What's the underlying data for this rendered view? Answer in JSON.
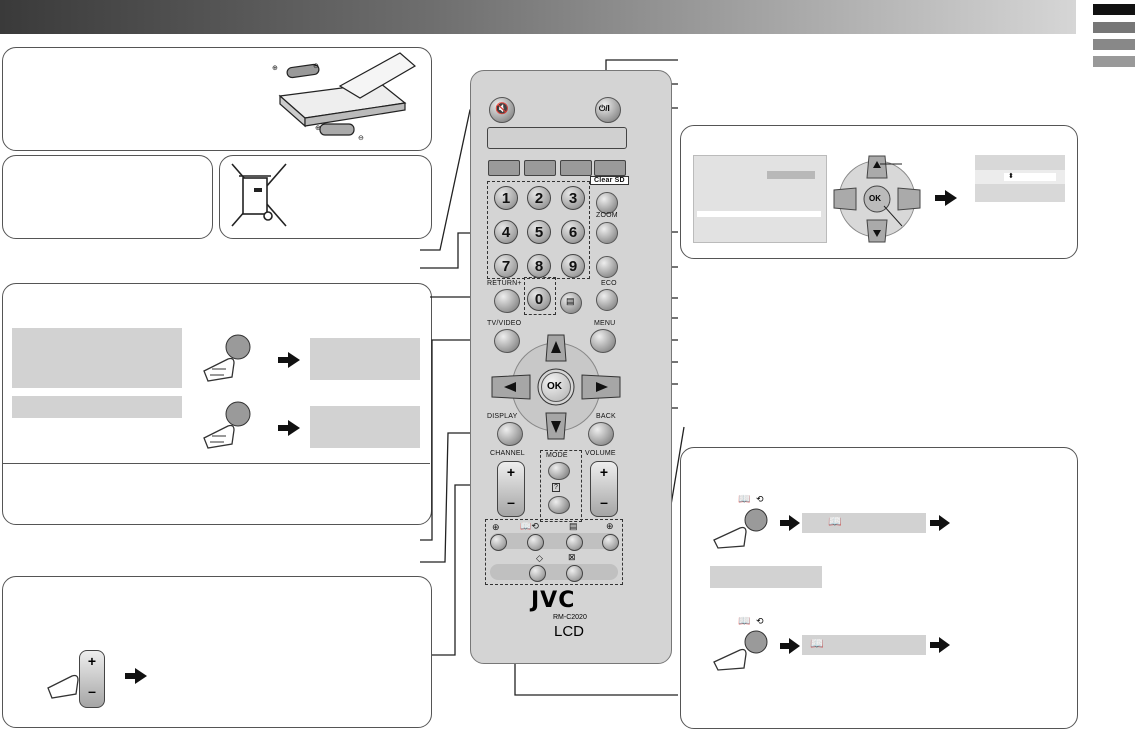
{
  "remote": {
    "brand": "JVC",
    "model": "RM-C2020",
    "type": "LCD",
    "labels": {
      "clear_sd": "Clear SD",
      "zoom": "ZOOM",
      "eco": "ECO",
      "return": "RETURN+",
      "tv_video": "TV/VIDEO",
      "menu": "MENU",
      "display": "DISPLAY",
      "back": "BACK",
      "channel": "CHANNEL",
      "volume": "VOLUME",
      "mode": "MODE",
      "ok": "OK",
      "power": "⏻/I"
    },
    "numbers": [
      "1",
      "2",
      "3",
      "4",
      "5",
      "6",
      "7",
      "8",
      "9",
      "0"
    ],
    "plus": "+",
    "minus": "–"
  },
  "panel_ok": {
    "ok": "OK"
  },
  "colors": {
    "bar_dark": "#3a3a3a",
    "bar_light": "#d6d6d6",
    "panel_grey": "#d2d2d2",
    "remote_body": "#d4d4d4"
  }
}
